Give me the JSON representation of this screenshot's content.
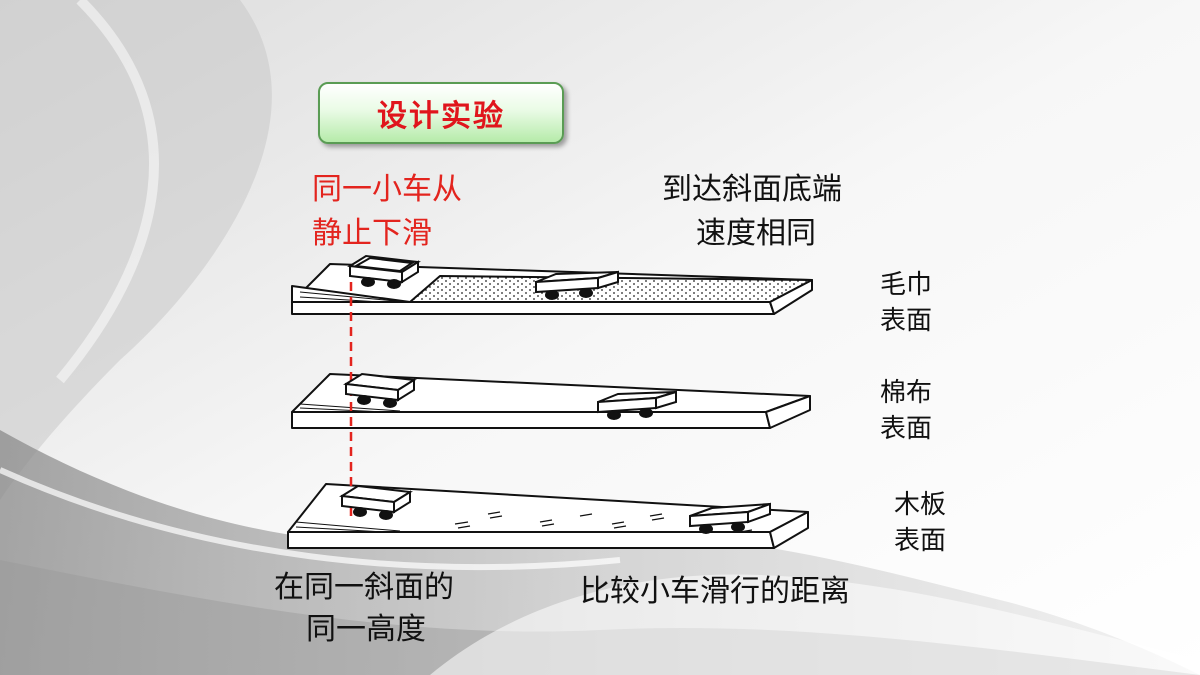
{
  "title": "设计实验",
  "condition_line1": "同一小车从",
  "condition_line2": "静止下滑",
  "speed_line1": "到达斜面底端",
  "speed_line2": "速度相同",
  "surfaces": [
    {
      "line1": "毛巾",
      "line2": "表面"
    },
    {
      "line1": "棉布",
      "line2": "表面"
    },
    {
      "line1": "木板",
      "line2": "表面"
    }
  ],
  "bottom_left_line1": "在同一斜面的",
  "bottom_left_line2": "同一高度",
  "bottom_right": "比较小车滑行的距离",
  "colors": {
    "accent_red": "#e3241e",
    "button_green": "#b6ebaa"
  }
}
